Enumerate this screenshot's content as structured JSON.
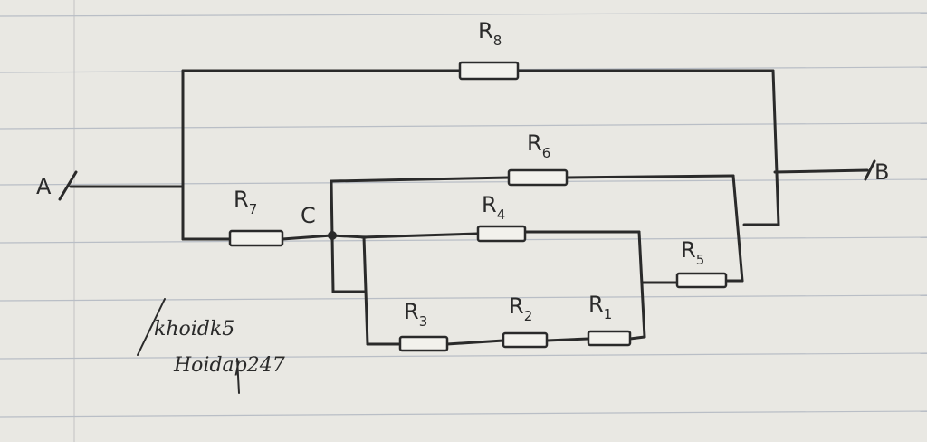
{
  "diagram": {
    "terminals": {
      "a": "A",
      "b": "B"
    },
    "nodes": {
      "c": "C"
    },
    "resistors": {
      "r8": {
        "letter": "R",
        "sub": "8"
      },
      "r6": {
        "letter": "R",
        "sub": "6"
      },
      "r7": {
        "letter": "R",
        "sub": "7"
      },
      "r4": {
        "letter": "R",
        "sub": "4"
      },
      "r5": {
        "letter": "R",
        "sub": "5"
      },
      "r3": {
        "letter": "R",
        "sub": "3"
      },
      "r2": {
        "letter": "R",
        "sub": "2"
      },
      "r1": {
        "letter": "R",
        "sub": "1"
      }
    },
    "signature": {
      "line1": "khoidk5",
      "line2": "Hoidap247"
    }
  },
  "colors": {
    "paper": "#e9e8e3",
    "ink": "#2a2a2a",
    "rule": "#b9bec6"
  }
}
